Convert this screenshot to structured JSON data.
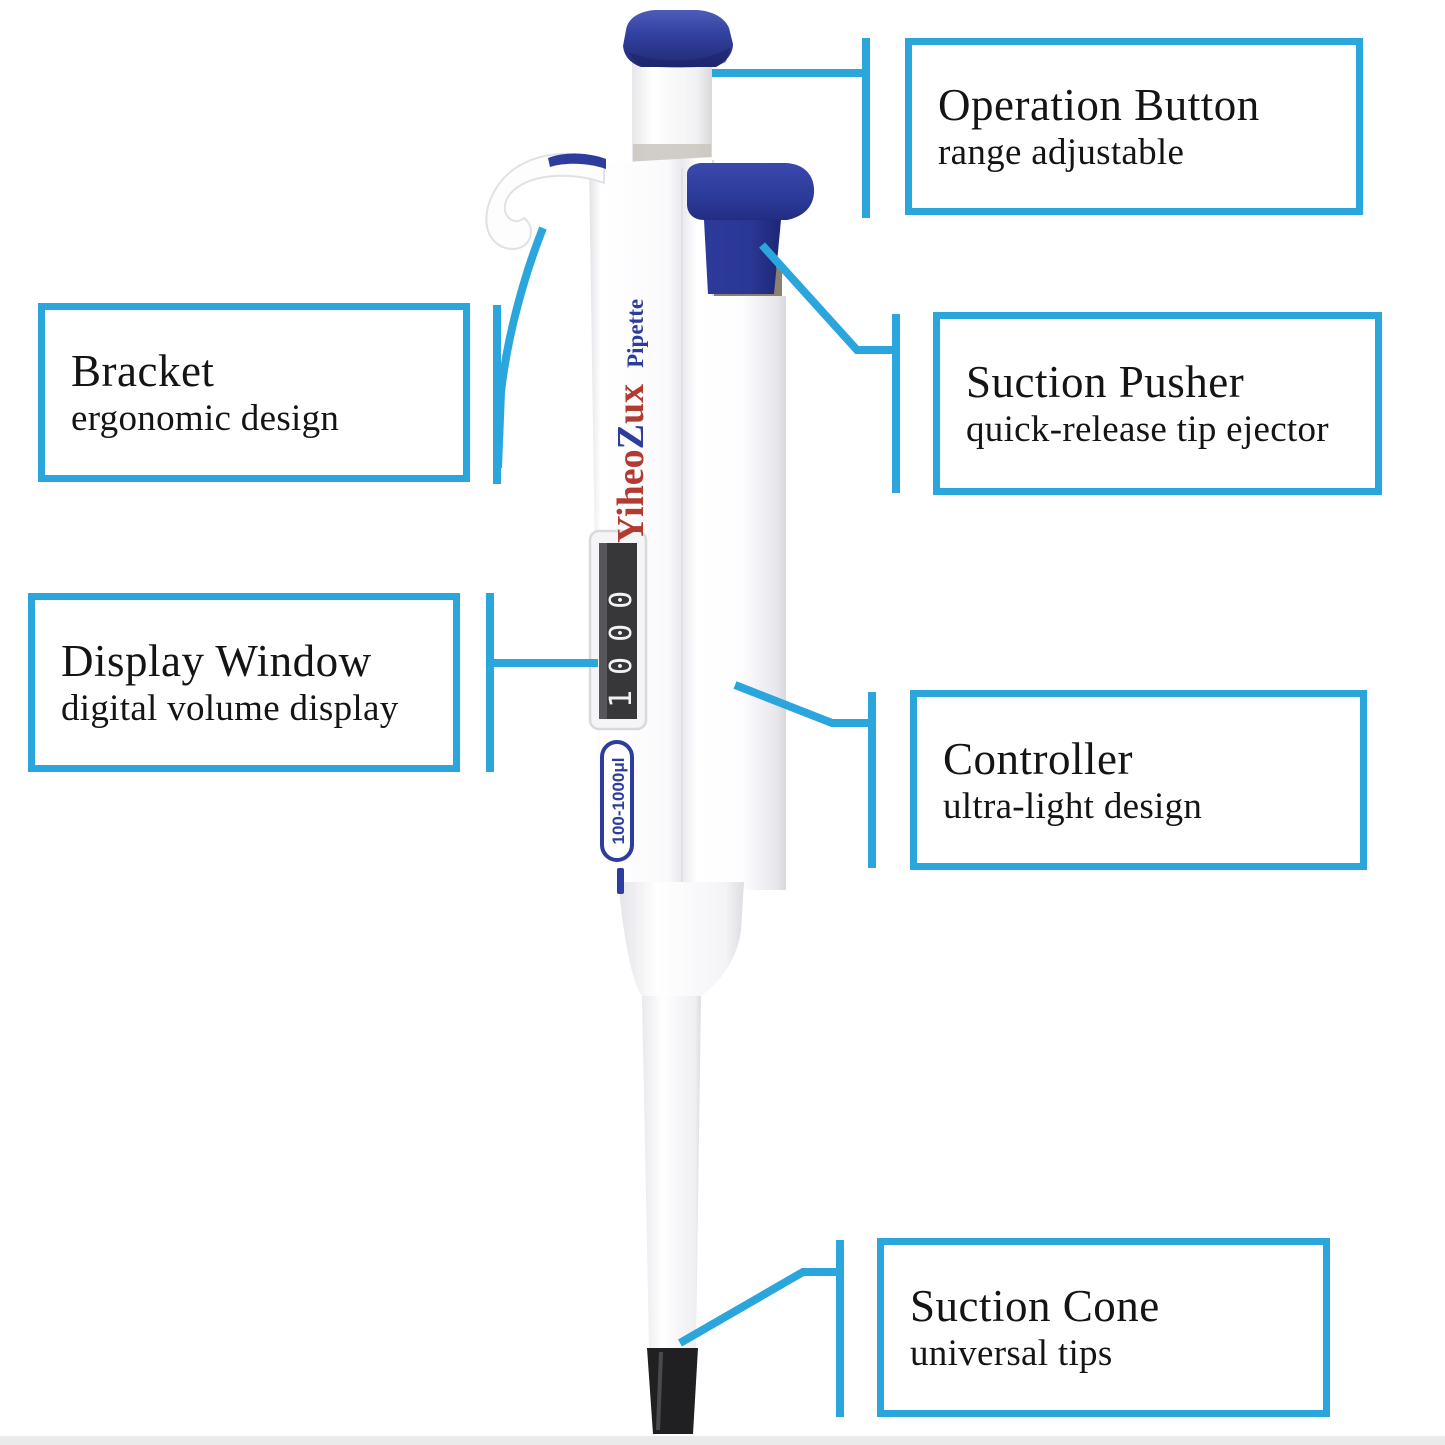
{
  "figure": {
    "type": "annotated-product-diagram",
    "subject": "single-channel adjustable pipette"
  },
  "colors": {
    "accent_cyan": "#2BA6DC",
    "plastic_blue": "#2e3d9d",
    "brand_red": "#b23a31",
    "tip_black": "#202022",
    "text_black": "#141414"
  },
  "callouts": [
    {
      "id": "operation-button",
      "title": "Operation Button",
      "subtitle": "range adjustable"
    },
    {
      "id": "bracket",
      "title": "Bracket",
      "subtitle": "ergonomic design"
    },
    {
      "id": "suction-pusher",
      "title": "Suction Pusher",
      "subtitle": "quick-release tip ejector"
    },
    {
      "id": "display-window",
      "title": "Display Window",
      "subtitle": "digital volume display"
    },
    {
      "id": "controller",
      "title": "Controller",
      "subtitle": "ultra-light design"
    },
    {
      "id": "suction-cone",
      "title": "Suction Cone",
      "subtitle": "universal tips"
    }
  ],
  "pipette": {
    "brand": {
      "part1": "Yiheo",
      "part2": "Z",
      "part3": "ux",
      "suffix": "Pipette"
    },
    "display_value": "1000",
    "volume_range": "100-1000μl"
  }
}
